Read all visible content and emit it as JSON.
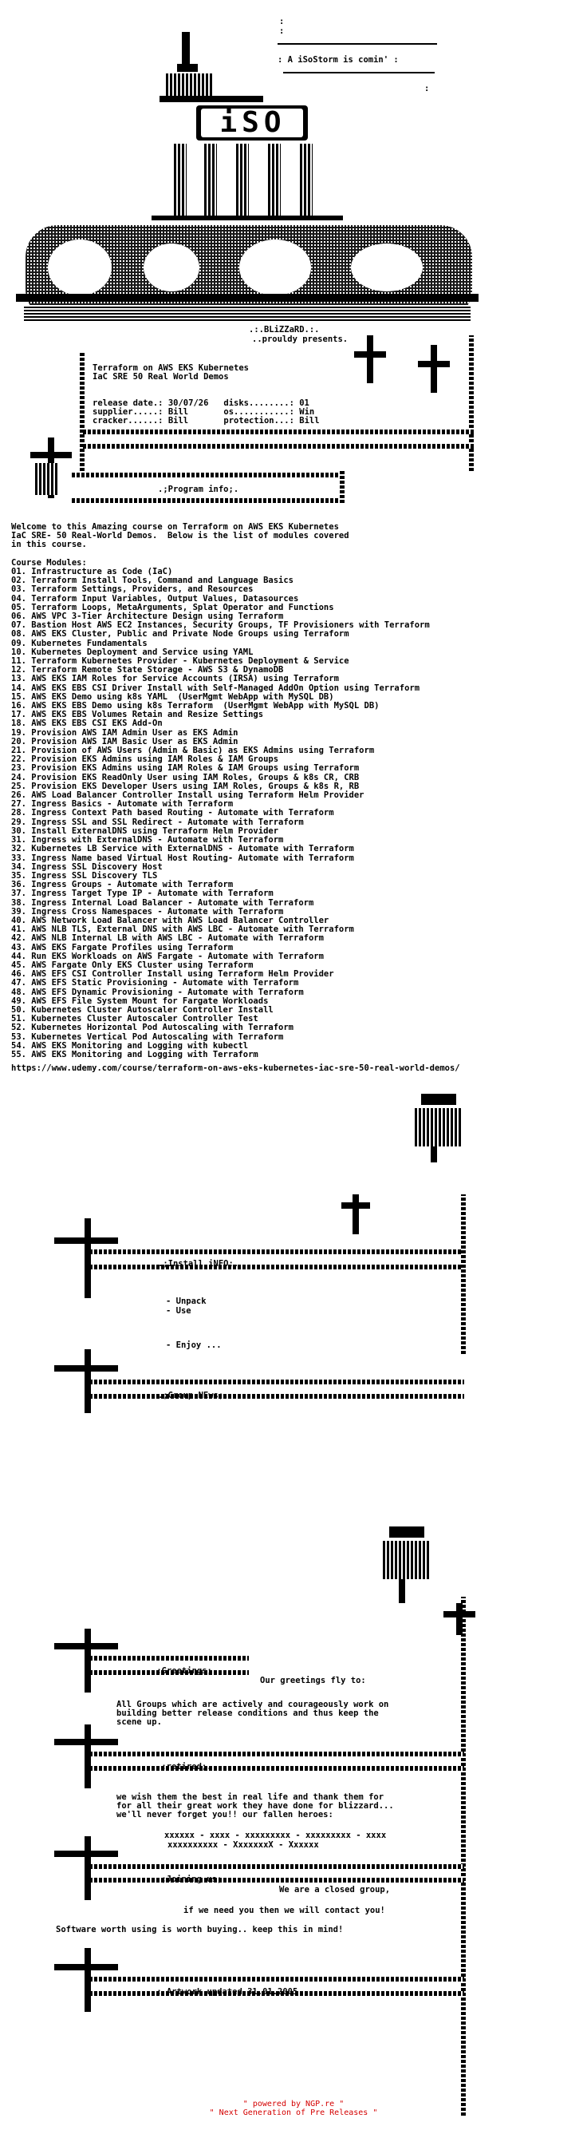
{
  "top_banner": {
    "line1": ":",
    "line2": ": A iSoStorm is comin' :",
    "line3": ":"
  },
  "logo": {
    "iso_text": "iSO",
    "group_text": ".:.BLiZZaRD.:.",
    "group_sub": "..prouldy presents."
  },
  "release": {
    "title1": "Terraform on AWS EKS Kubernetes",
    "title2": "IaC SRE 50 Real World Demos",
    "release_date_label": "release date.:",
    "release_date": "30/07/26",
    "disks_label": "disks........:",
    "disks": "01",
    "supplier_label": "supplier.....:",
    "supplier": "Bill",
    "os_label": "os...........:",
    "os": "Win",
    "cracker_label": "cracker......:",
    "cracker": "Bill",
    "protection_label": "protection...:",
    "protection": "Bill"
  },
  "program_info_label": ".;Program info;.",
  "intro": "Welcome to this Amazing course on Terraform on AWS EKS Kubernetes\nIaC SRE- 50 Real-World Demos.  Below is the list of modules covered\nin this course.",
  "modules_heading": "Course Modules:",
  "modules": [
    "01. Infrastructure as Code (IaC)",
    "02. Terraform Install Tools, Command and Language Basics",
    "03. Terraform Settings, Providers, and Resources",
    "04. Terraform Input Variables, Output Values, Datasources",
    "05. Terraform Loops, MetaArguments, Splat Operator and Functions",
    "06. AWS VPC 3-Tier Architecture Design using Terraform",
    "07. Bastion Host AWS EC2 Instances, Security Groups, TF Provisioners with Terraform",
    "08. AWS EKS Cluster, Public and Private Node Groups using Terraform",
    "09. Kubernetes Fundamentals",
    "10. Kubernetes Deployment and Service using YAML",
    "11. Terraform Kubernetes Provider - Kubernetes Deployment & Service",
    "12. Terraform Remote State Storage - AWS S3 & DynamoDB",
    "13. AWS EKS IAM Roles for Service Accounts (IRSA) using Terraform",
    "14. AWS EKS EBS CSI Driver Install with Self-Managed AddOn Option using Terraform",
    "15. AWS EKS Demo using k8s YAML  (UserMgmt WebApp with MySQL DB)",
    "16. AWS EKS EBS Demo using k8s Terraform  (UserMgmt WebApp with MySQL DB)",
    "17. AWS EKS EBS Volumes Retain and Resize Settings",
    "18. AWS EKS EBS CSI EKS Add-On",
    "19. Provision AWS IAM Admin User as EKS Admin",
    "20. Provision AWS IAM Basic User as EKS Admin",
    "21. Provision of AWS Users (Admin & Basic) as EKS Admins using Terraform",
    "22. Provision EKS Admins using IAM Roles & IAM Groups",
    "23. Provision EKS Admins using IAM Roles & IAM Groups using Terraform",
    "24. Provision EKS ReadOnly User using IAM Roles, Groups & k8s CR, CRB",
    "25. Provision EKS Developer Users using IAM Roles, Groups & k8s R, RB",
    "26. AWS Load Balancer Controller Install using Terraform Helm Provider",
    "27. Ingress Basics - Automate with Terraform",
    "28. Ingress Context Path based Routing - Automate with Terraform",
    "29. Ingress SSL and SSL Redirect - Automate with Terraform",
    "30. Install ExternalDNS using Terraform Helm Provider",
    "31. Ingress with ExternalDNS - Automate with Terraform",
    "32. Kubernetes LB Service with ExternalDNS - Automate with Terraform",
    "33. Ingress Name based Virtual Host Routing- Automate with Terraform",
    "34. Ingress SSL Discovery Host",
    "35. Ingress SSL Discovery TLS",
    "36. Ingress Groups - Automate with Terraform",
    "37. Ingress Target Type IP - Automate with Terraform",
    "38. Ingress Internal Load Balancer - Automate with Terraform",
    "39. Ingress Cross Namespaces - Automate with Terraform",
    "40. AWS Network Load Balancer with AWS Load Balancer Controller",
    "41. AWS NLB TLS, External DNS with AWS LBC - Automate with Terraform",
    "42. AWS NLB Internal LB with AWS LBC - Automate with Terraform",
    "43. AWS EKS Fargate Profiles using Terraform",
    "44. Run EKS Workloads on AWS Fargate - Automate with Terraform",
    "45. AWS Fargate Only EKS Cluster using Terraform",
    "46. AWS EFS CSI Controller Install using Terraform Helm Provider",
    "47. AWS EFS Static Provisioning - Automate with Terraform",
    "48. AWS EFS Dynamic Provisioning - Automate with Terraform",
    "49. AWS EFS File System Mount for Fargate Workloads",
    "50. Kubernetes Cluster Autoscaler Controller Install",
    "51. Kubernetes Cluster Autoscaler Controller Test",
    "52. Kubernetes Horizontal Pod Autoscaling with Terraform",
    "53. Kubernetes Vertical Pod Autoscaling with Terraform",
    "54. AWS EKS Monitoring and Logging with kubectl",
    "55. AWS EKS Monitoring and Logging with Terraform"
  ],
  "url": "https://www.udemy.com/course/terraform-on-aws-eks-kubernetes-iac-sre-50-real-world-demos/",
  "install_info": {
    "label": ".;Install iNFO;.",
    "steps": [
      "- Unpack",
      "- Use"
    ],
    "enjoy": "- Enjoy ..."
  },
  "group_news_label": ".;Group NEws;.",
  "greetings": {
    "label": ".;Greetings;.",
    "headline": "Our greetings fly to:",
    "body": "All Groups which are actively and courageously work on\nbuilding better release conditions and thus keep the\nscene up."
  },
  "retired": {
    "label": ".;retired;.",
    "body": "we wish them the best in real life and thank them for\nfor all their great work they have done for blizzard...\nwe'll never forget you!! our fallen heroes:",
    "names1": "xxxxxx - xxxx - xxxxxxxxx - xxxxxxxxx - xxxx",
    "names2": "xxxxxxxxxx - XxxxxxxX - Xxxxxx"
  },
  "joining": {
    "label": ".;Joining us;.",
    "line1": "We are a closed group,",
    "line2": "if we need you then we will contact you!",
    "line3": "Software worth using is worth buying.. keep this in mind!"
  },
  "artwork_label": ".; Artwork updated 31.01.2005",
  "footer": {
    "line1": "\" powered by NGP.re \"",
    "line2": "\" Next Generation of Pre Releases \""
  },
  "colors": {
    "ink": "#000000",
    "footer": "#d40000"
  }
}
